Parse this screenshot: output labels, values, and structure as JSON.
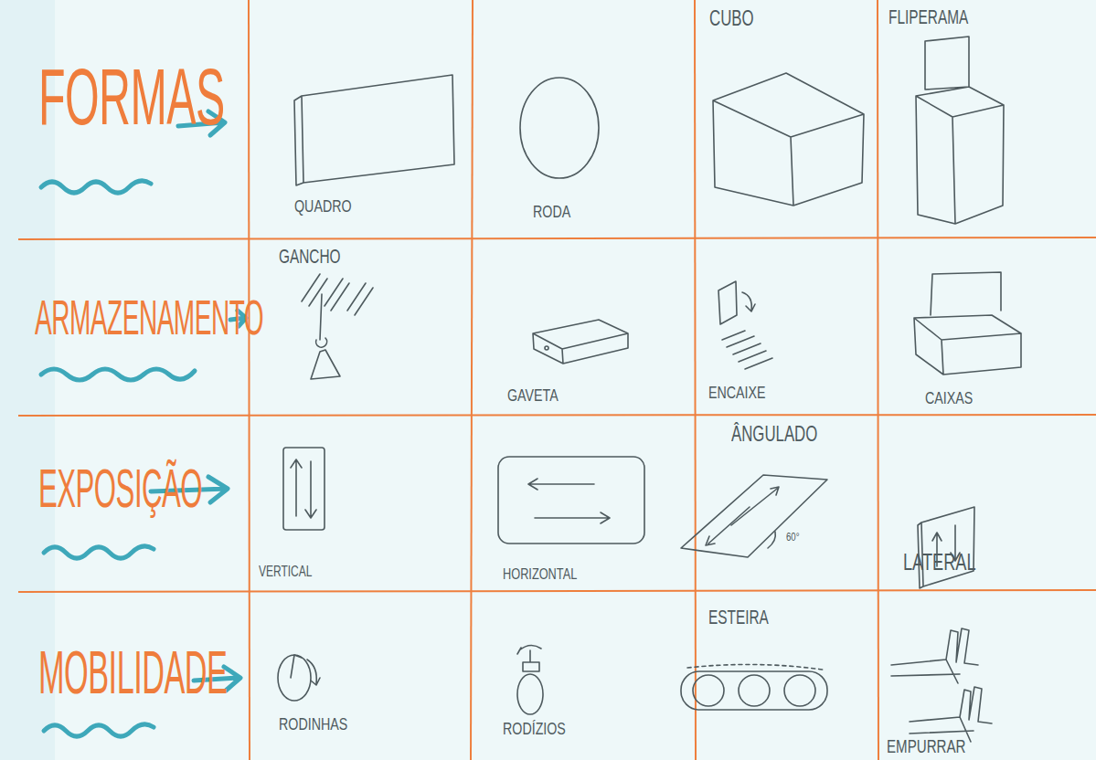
{
  "diagram": {
    "labels": [
      "FORMAS",
      "QUADRO",
      "RODA",
      "CUBO",
      "FLIPERAMA",
      "ARMAZENAMENTO",
      "GANCHO",
      "GAVETA",
      "ENCAIXE",
      "CAIXAS",
      "EXPOSIÇÃO",
      "VERTICAL",
      "HORIZONTAL",
      "ÂNGULADO",
      "60°",
      "LATERAL",
      "MOBILIDADE",
      "RODINHAS",
      "RODÍZIOS",
      "ESTEIRA",
      "EMPURRAR"
    ]
  }
}
